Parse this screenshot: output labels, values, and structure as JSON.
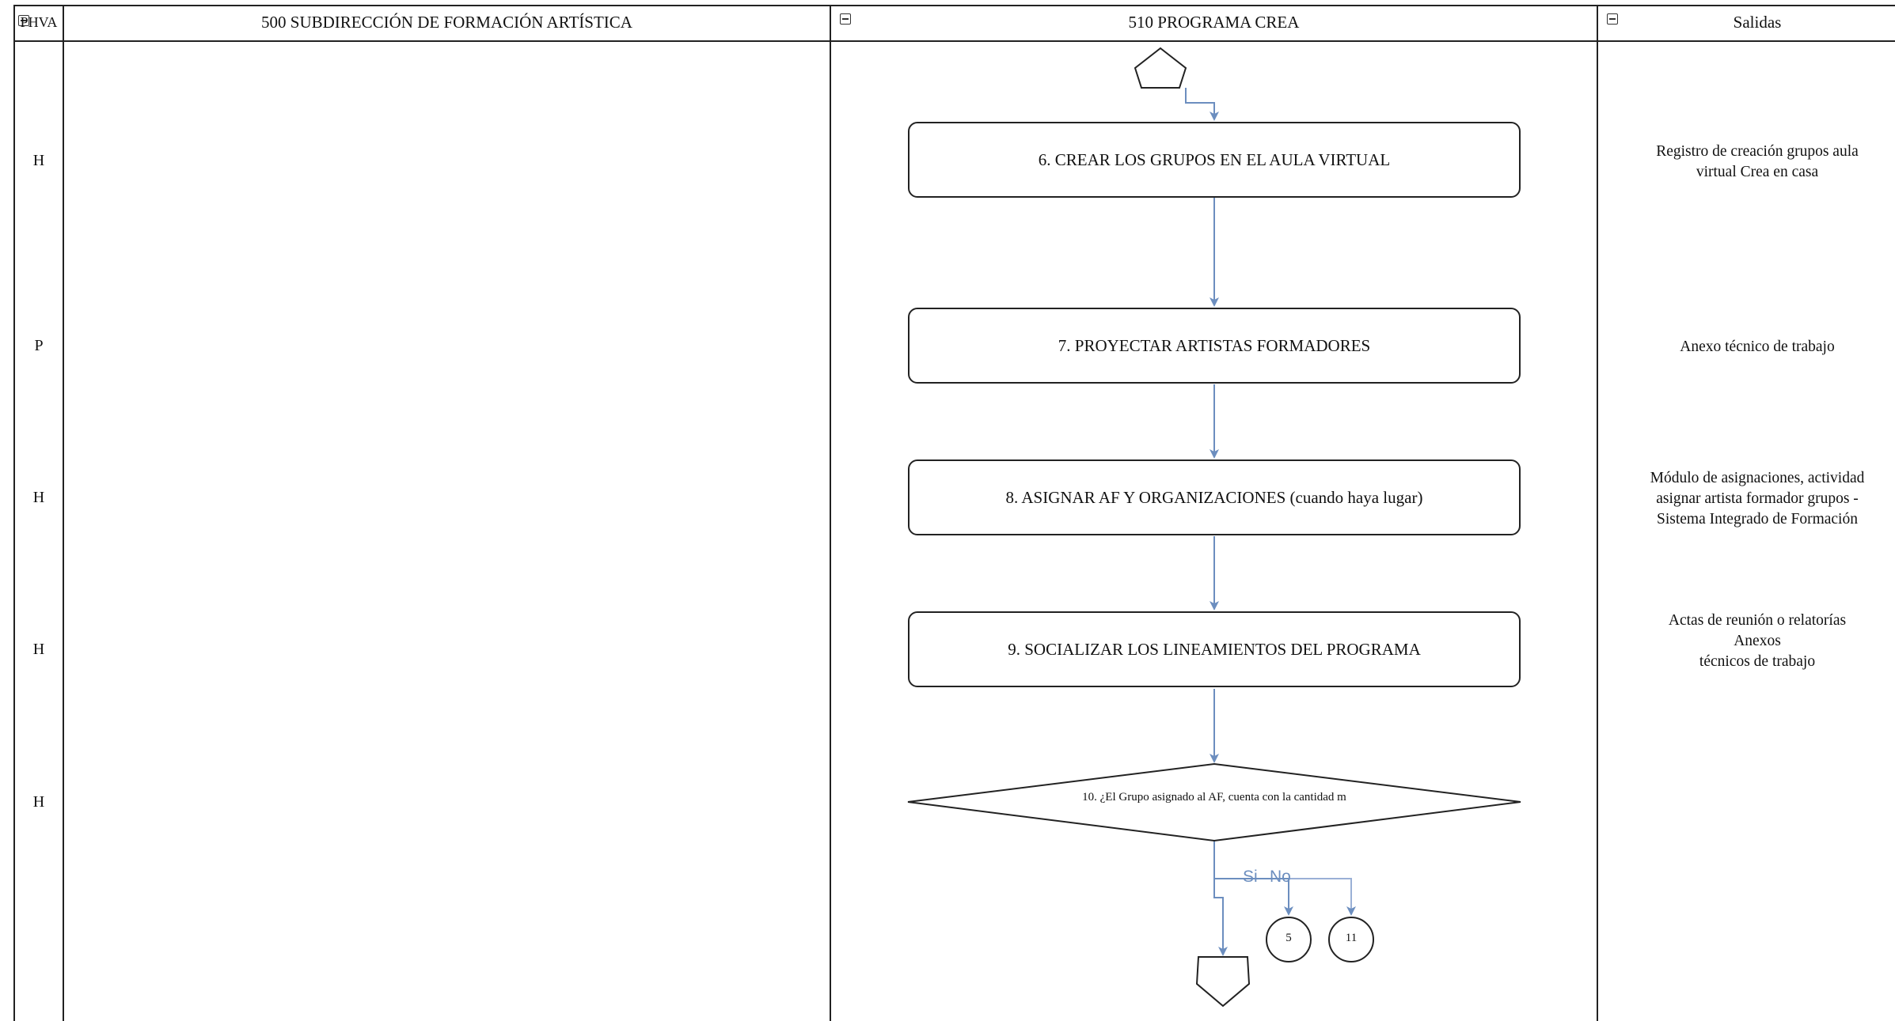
{
  "header": {
    "phva": "PHVA",
    "lane1": "500 SUBDIRECCIÓN DE FORMACIÓN ARTÍSTICA",
    "lane2": "510 PROGRAMA CREA",
    "lane3": "Salidas"
  },
  "phva_rows": [
    "H",
    "P",
    "H",
    "H",
    "H"
  ],
  "steps": [
    "6. CREAR LOS GRUPOS EN EL AULA VIRTUAL",
    "7. PROYECTAR ARTISTAS FORMADORES",
    "8. ASIGNAR AF Y ORGANIZACIONES (cuando haya lugar)",
    "9. SOCIALIZAR LOS LINEAMIENTOS DEL PROGRAMA"
  ],
  "decision": "10. ¿El Grupo asignado al AF, cuenta con la cantidad m",
  "branches": {
    "yes": "Si",
    "no": "No"
  },
  "connectors": {
    "a": "5",
    "b": "11"
  },
  "outputs": [
    [
      "Registro de creación grupos aula",
      "virtual Crea en casa"
    ],
    [
      "Anexo técnico de trabajo"
    ],
    [
      "Módulo de asignaciones, actividad",
      "asignar artista formador grupos -",
      "Sistema Integrado de Formación"
    ],
    [
      "Actas de reunión o relatorías",
      "Anexos",
      "técnicos de trabajo"
    ]
  ],
  "colors": {
    "line": "#222222",
    "arrow": "#6c8ebf",
    "label": "#6c8ebf"
  }
}
